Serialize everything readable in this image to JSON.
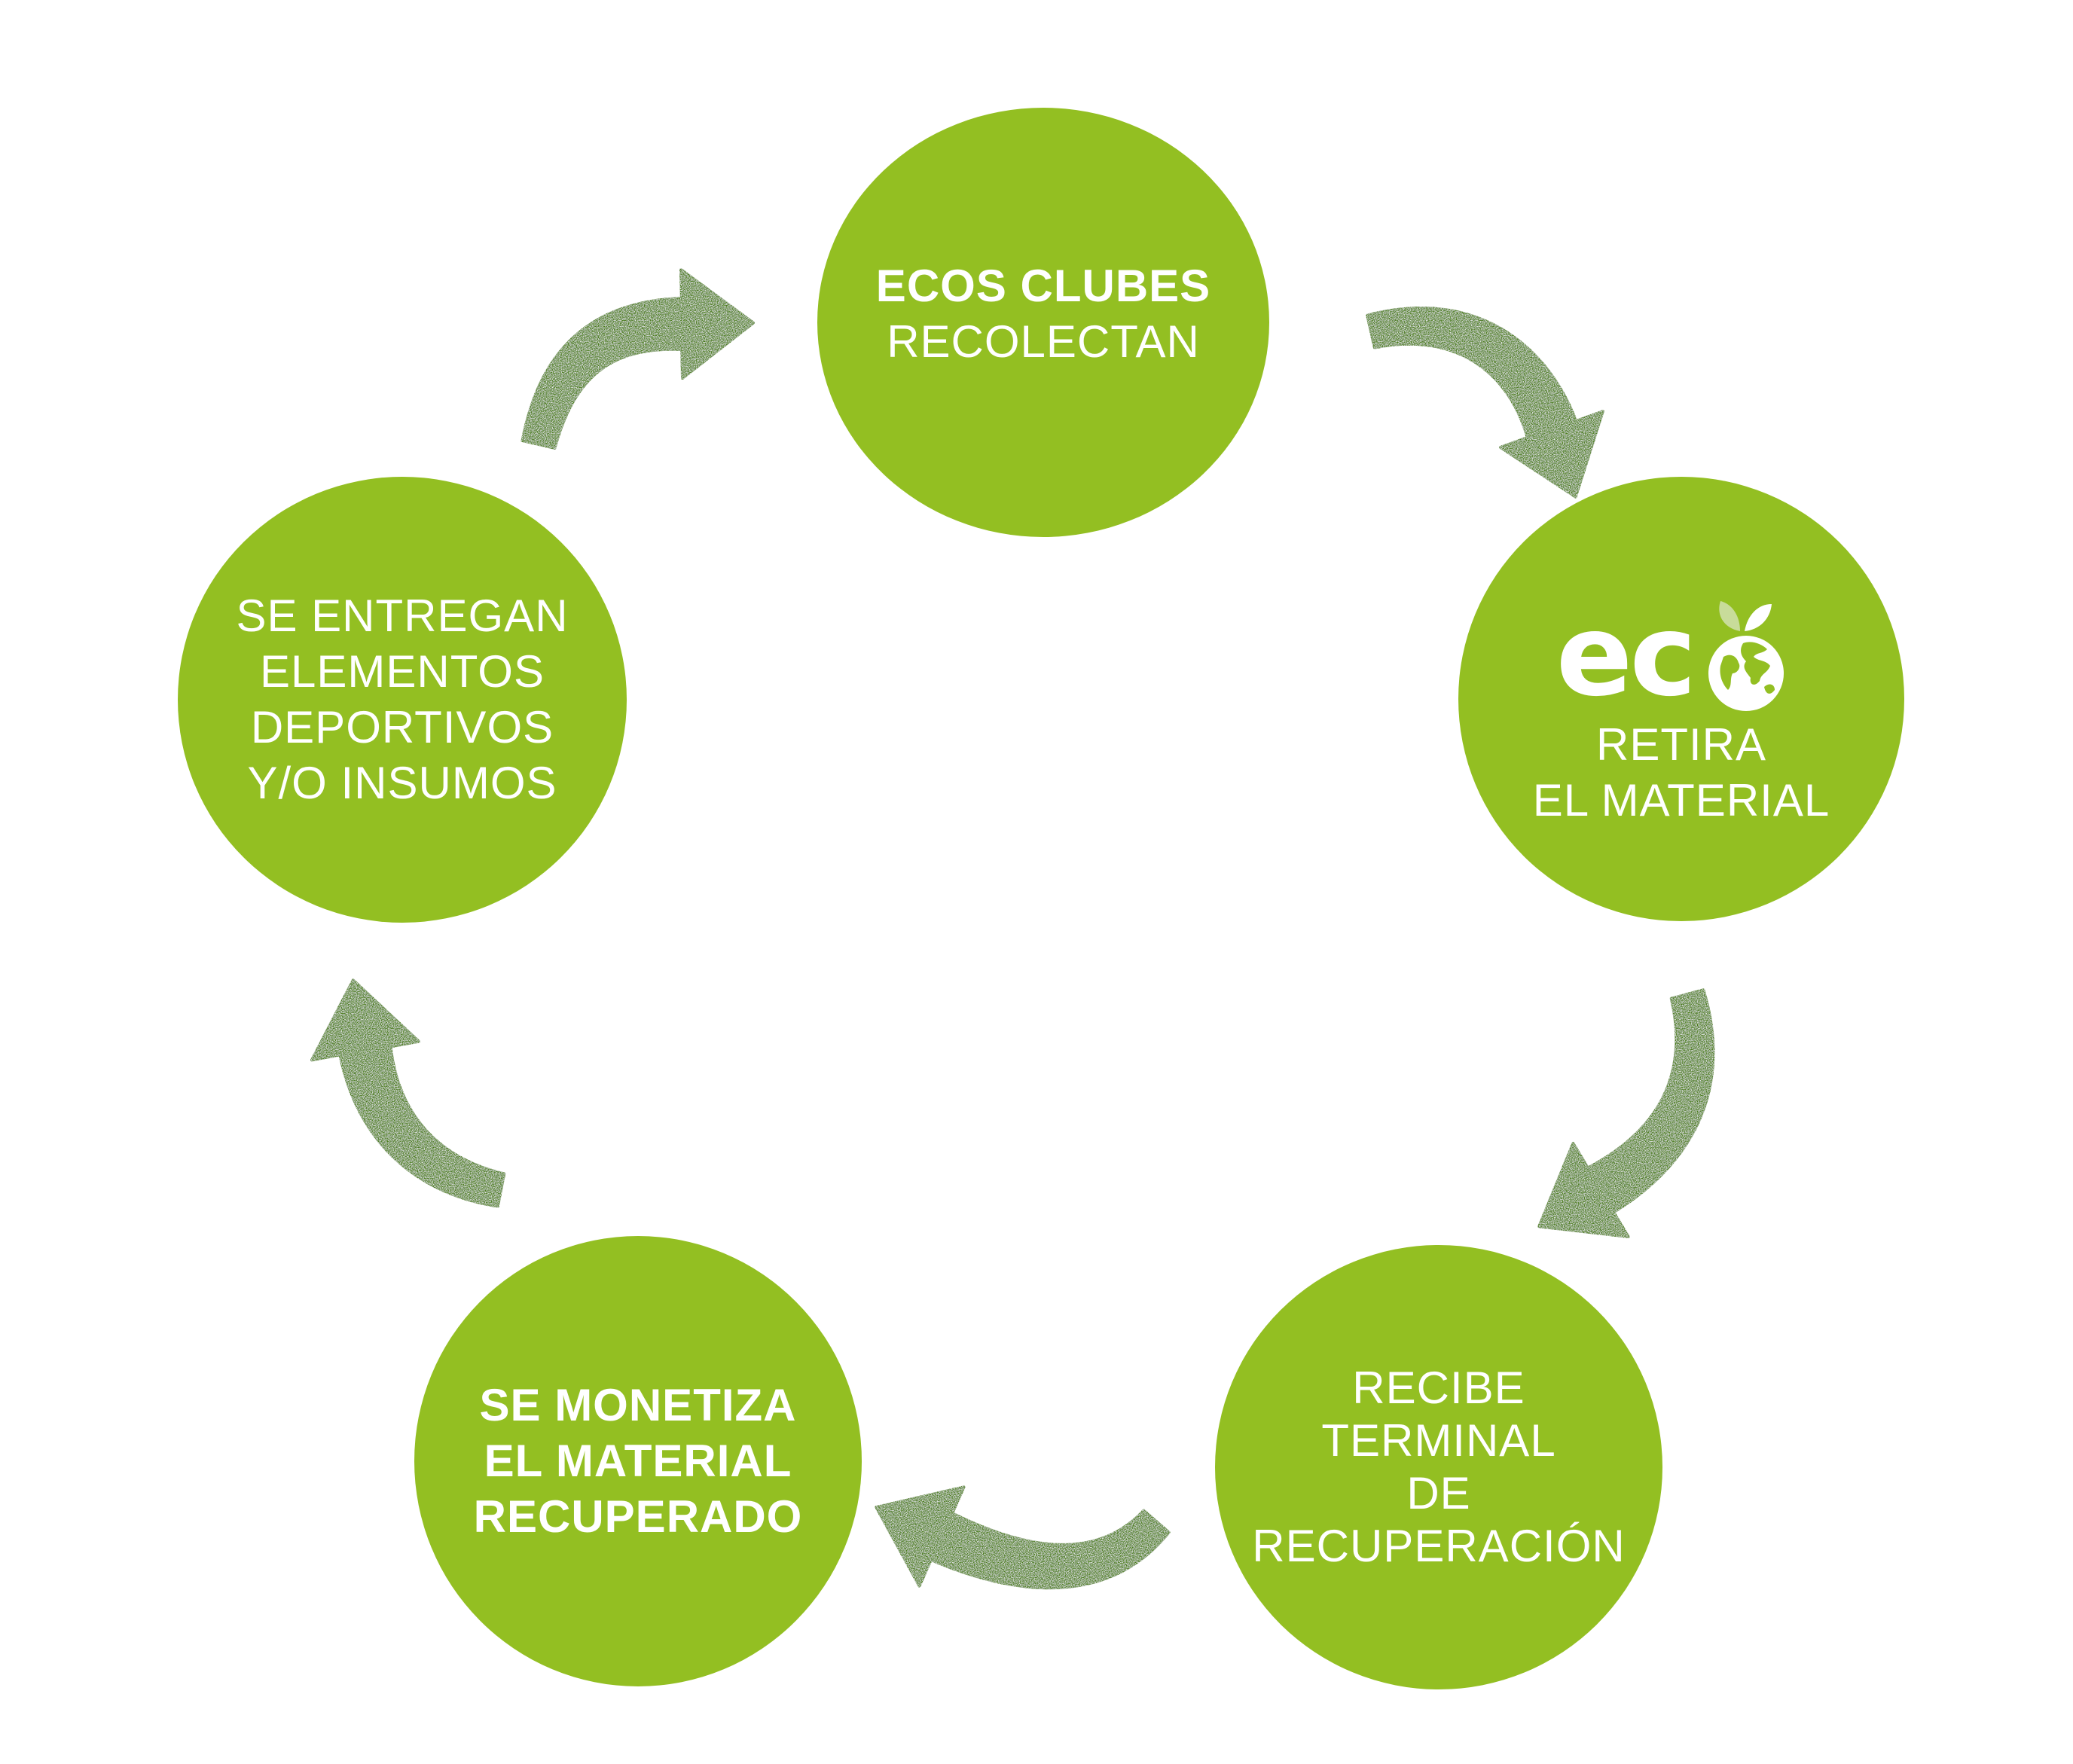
{
  "colors": {
    "node_fill": "#93bf22",
    "arrow_fill": "#4a7c14",
    "text": "#ffffff",
    "leaf_light": "#c8dc9a"
  },
  "nodes": [
    {
      "id": "ecos-clubes",
      "lines": [
        {
          "text": "ECOS CLUBES",
          "bold": true
        },
        {
          "text": "RECOLECTAN",
          "bold": false
        }
      ]
    },
    {
      "id": "eco-retira",
      "logo": "eco",
      "lines": [
        {
          "text": "RETIRA",
          "bold": false
        },
        {
          "text": "EL MATERIAL",
          "bold": false
        }
      ]
    },
    {
      "id": "recibe-terminal",
      "lines": [
        {
          "text": "RECIBE",
          "bold": false
        },
        {
          "text": "TERMINAL",
          "bold": false
        },
        {
          "text": "DE",
          "bold": false
        },
        {
          "text": "RECUPERACIÓN",
          "bold": false
        }
      ]
    },
    {
      "id": "se-monetiza",
      "lines": [
        {
          "text": "SE MONETIZA",
          "bold": true
        },
        {
          "text": "EL MATERIAL",
          "bold": true
        },
        {
          "text": "RECUPERADO",
          "bold": true
        }
      ]
    },
    {
      "id": "se-entregan",
      "lines": [
        {
          "text": "SE ENTREGAN",
          "bold": false
        },
        {
          "text": "ELEMENTOS",
          "bold": false
        },
        {
          "text": "DEPORTIVOS",
          "bold": false
        },
        {
          "text": "Y/O INSUMOS",
          "bold": false
        }
      ]
    }
  ],
  "logo": {
    "letters": "ec",
    "icon": "globe-icon",
    "leaf_icon": "leaf-icon"
  },
  "connectors": [
    {
      "from": "ecos-clubes",
      "to": "eco-retira",
      "icon": "curved-arrow-icon"
    },
    {
      "from": "eco-retira",
      "to": "recibe-terminal",
      "icon": "curved-arrow-icon"
    },
    {
      "from": "recibe-terminal",
      "to": "se-monetiza",
      "icon": "curved-arrow-icon"
    },
    {
      "from": "se-monetiza",
      "to": "se-entregan",
      "icon": "curved-arrow-icon"
    },
    {
      "from": "se-entregan",
      "to": "ecos-clubes",
      "icon": "curved-arrow-icon"
    }
  ]
}
